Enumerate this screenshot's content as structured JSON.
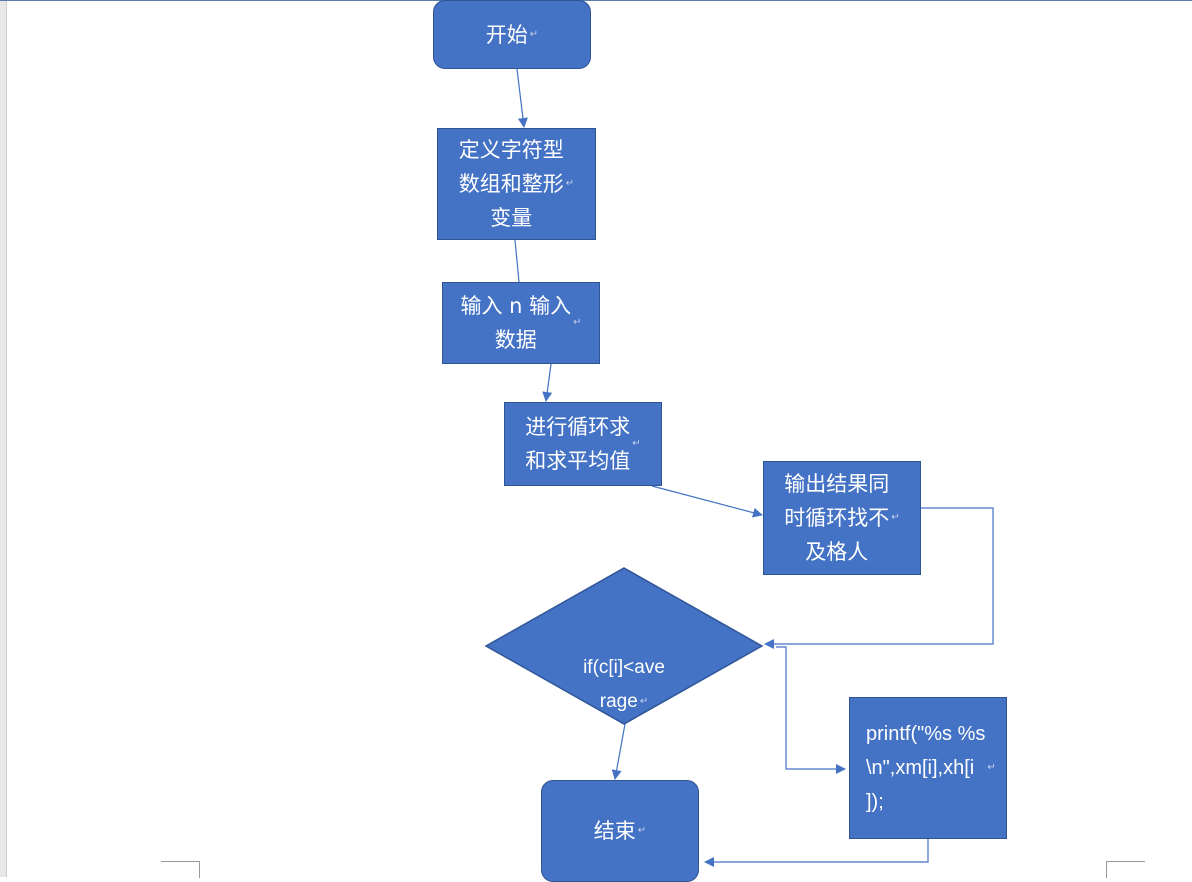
{
  "flowchart": {
    "start": "开始",
    "define_vars": "定义字符型\n数组和整形\n变量",
    "input": "输入 n 输入\n数据",
    "compute": "进行循环求\n和求平均值",
    "output": "输出结果同\n时循环找不\n及格人",
    "condition": "if(c[i]<ave\nrage",
    "print_stmt": "printf(\"%s  %s\n\\n\",xm[i],xh[i\n]);",
    "end": "结束"
  },
  "colors": {
    "node_fill": "#4472c4",
    "node_border": "#2f5597",
    "connector": "#4472c4",
    "text": "#ffffff"
  },
  "paragraph_mark": "↵"
}
